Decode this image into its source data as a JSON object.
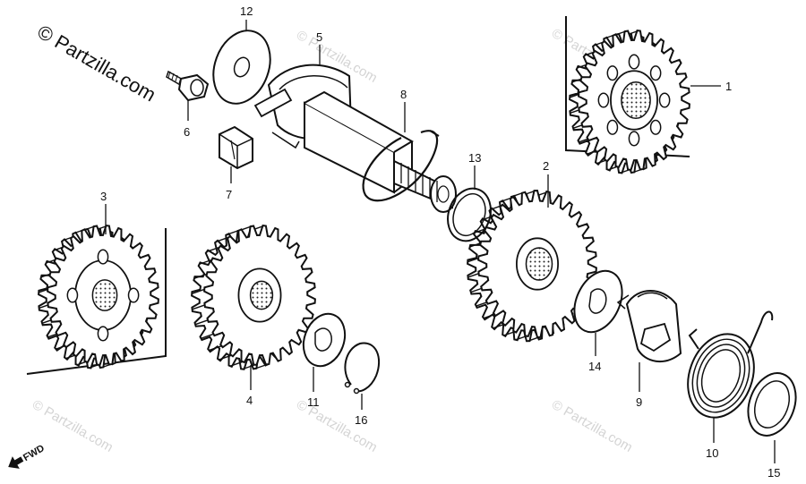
{
  "watermark": {
    "main": "© Partzilla.com",
    "faint": "© Partzilla.com"
  },
  "direction_marker": "FWD",
  "callouts": [
    "1",
    "2",
    "3",
    "4",
    "5",
    "6",
    "7",
    "8",
    "9",
    "10",
    "11",
    "12",
    "13",
    "14",
    "15",
    "16"
  ],
  "colors": {
    "ink": "#111111",
    "watermark_faint": "#d4d4d4",
    "background": "#ffffff"
  }
}
